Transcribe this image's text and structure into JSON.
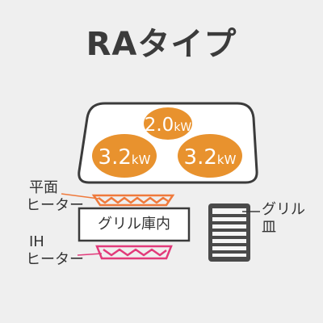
{
  "title": "RAタイプ",
  "burners": [
    {
      "label": "2.0kW",
      "num": "2.0",
      "unit": "kW"
    },
    {
      "label": "3.2kW",
      "num": "3.2",
      "unit": "kW"
    },
    {
      "label": "3.2kW",
      "num": "3.2",
      "unit": "kW"
    }
  ],
  "labels": {
    "flat_heater_line1": "平面",
    "flat_heater_line2": "ヒーター",
    "grill_chamber": "グリル庫内",
    "ih_heater_line1": "IH",
    "ih_heater_line2": "ヒーター",
    "grill_pan_line1": "グリル",
    "grill_pan_line2": "皿"
  },
  "colors": {
    "burner": "#e8922e",
    "flat_heater": "#ef7a3c",
    "ih_heater": "#e23a7a",
    "pan": "#4a4a4a",
    "outline": "#3b3b3b"
  }
}
